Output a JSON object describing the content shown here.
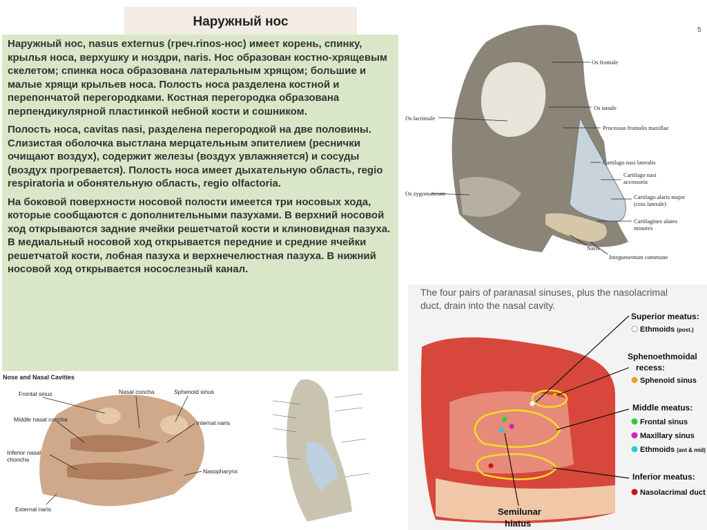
{
  "title": "Наружный нос",
  "page_number": "5",
  "paragraphs": [
    "Наружный нос, nasus externus (греч.rinos-нос) имеет корень, спинку, крылья носа, верхушку и ноздри, naris. Нос образован костно-хрящевым скелетом; спинка носа образована латеральным хрящом; большие и малые хрящи крыльев носа. Полость носа разделена костной и перепончатой перегородками. Костная перегородка образована перпендикулярной пластинкой небной кости и сошником.",
    "Полость носа, cavitas nasi, разделена перегородкой на две половины. Слизистая оболочка выстлана мерцательным эпителием (реснички очищают воздух), содержит железы (воздух увлажняется) и сосуды (воздух прогревается). Полость носа имеет дыхательную область, regio respiratoria и обонятельную область, regio olfactoria.",
    "На боковой поверхности носовой полости имеется три носовых хода, которые сообщаются с дополнительными пазухами. В верхний носовой ход открываются задние ячейки решетчатой кости и клиновидная пазуха. В медиальный носовой ход открывается передние и средние ячейки решетчатой кости, лобная пазуха и верхнечелюстная пазуха. В нижний носовой ход открывается носослезный канал."
  ],
  "skull_labels": {
    "os_frontale": "Os frontale",
    "os_nasale": "Os nasale",
    "os_lacrimale": "Os lacrimale",
    "processus": "Processus frontalis maxillae",
    "cart_lat": "Cartilago nasi lateralis",
    "cart_acc1": "Cartilago nasi",
    "cart_acc2": "accessoria",
    "os_zyg": "Os zygomaticum",
    "cart_alaris1": "Cartilago alaris major",
    "cart_alaris2": "(crus laterale)",
    "cart_minor1": "Cartilagines alares",
    "cart_minor2": "minores",
    "naris": "Naris",
    "integ": "Integumentum commune"
  },
  "nasal_cavities": {
    "heading": "Nose and Nasal Cavities",
    "frontal_sinus": "Frontal sinus",
    "nasal_concha": "Nasal concha",
    "sphenoid_sinus": "Sphenoid sinus",
    "internal_naris": "Internal naris",
    "middle_concha": "Middle nasal concha",
    "inferior1": "Inferior nasal",
    "inferior2": "choncha",
    "nasopharynx": "Nasopharynx",
    "external_naris": "External naris"
  },
  "sinus_diagram": {
    "caption_line1": "The four pairs of paranasal sinuses, plus the nasolacrimal",
    "caption_line2": "duct, drain into the nasal cavity.",
    "superior_meatus": "Superior meatus:",
    "ethmoids_post": "Ethmoids",
    "post_suffix": "(post.)",
    "spheno_1": "Sphenoethmoidal",
    "spheno_2": "recess:",
    "sphenoid_sinus": "Sphenoid sinus",
    "middle_meatus": "Middle meatus:",
    "frontal_sinus": "Frontal sinus",
    "maxillary_sinus": "Maxillary sinus",
    "ethmoids_ant": "Ethmoids",
    "ant_suffix": "(ant & mid)",
    "inferior_meatus": "Inferior meatus:",
    "nasolacrimal": "Nasolacrimal duct",
    "semilunar1": "Semilunar",
    "semilunar2": "hiatus"
  },
  "colors": {
    "text_box_bg": "#d9e7c8",
    "title_bg": "#f3ebe4",
    "sphenoid": "#f0a030",
    "frontal": "#2ecc40",
    "maxillary": "#d020c0",
    "ethmoid_ant": "#30c8d8",
    "nasolacrimal": "#d01010",
    "highlight": "#f0e020"
  }
}
